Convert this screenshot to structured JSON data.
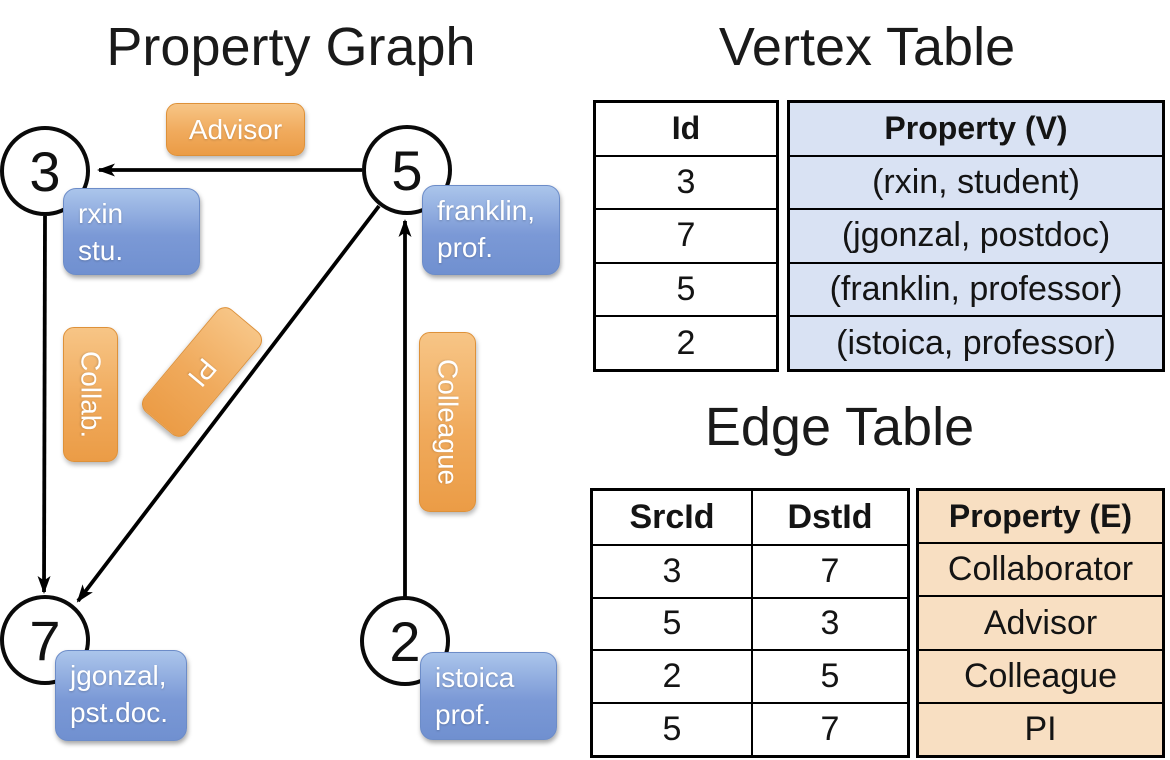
{
  "graph": {
    "title": "Property Graph",
    "nodes": [
      {
        "id": "3",
        "property_line1": "rxin",
        "property_line2": "stu."
      },
      {
        "id": "5",
        "property_line1": "franklin,",
        "property_line2": "prof."
      },
      {
        "id": "7",
        "property_line1": "jgonzal,",
        "property_line2": "pst.doc."
      },
      {
        "id": "2",
        "property_line1": "istoica",
        "property_line2": "prof."
      }
    ],
    "edges": [
      {
        "src": "5",
        "dst": "3",
        "label": "Advisor"
      },
      {
        "src": "3",
        "dst": "7",
        "label": "Collab."
      },
      {
        "src": "5",
        "dst": "7",
        "label": "PI"
      },
      {
        "src": "2",
        "dst": "5",
        "label": "Colleague"
      }
    ]
  },
  "vertex_table": {
    "title": "Vertex Table",
    "columns": {
      "id": "Id",
      "property": "Property (V)"
    },
    "rows": [
      {
        "id": "3",
        "property": "(rxin, student)"
      },
      {
        "id": "7",
        "property": "(jgonzal, postdoc)"
      },
      {
        "id": "5",
        "property": "(franklin, professor)"
      },
      {
        "id": "2",
        "property": "(istoica, professor)"
      }
    ]
  },
  "edge_table": {
    "title": "Edge Table",
    "columns": {
      "src": "SrcId",
      "dst": "DstId",
      "property": "Property (E)"
    },
    "rows": [
      {
        "src": "3",
        "dst": "7",
        "property": "Collaborator"
      },
      {
        "src": "5",
        "dst": "3",
        "property": "Advisor"
      },
      {
        "src": "2",
        "dst": "5",
        "property": "Colleague"
      },
      {
        "src": "5",
        "dst": "7",
        "property": "PI"
      }
    ]
  },
  "colors": {
    "edge_label_orange_top": "#F7C586",
    "edge_label_orange_bottom": "#EB9C46",
    "vertex_label_blue_top": "#ABC5EB",
    "vertex_label_blue_bottom": "#7090D0",
    "vertex_table_property_fill": "#D9E2F3",
    "edge_table_property_fill": "#F8DFC2",
    "line_color": "#000000"
  }
}
